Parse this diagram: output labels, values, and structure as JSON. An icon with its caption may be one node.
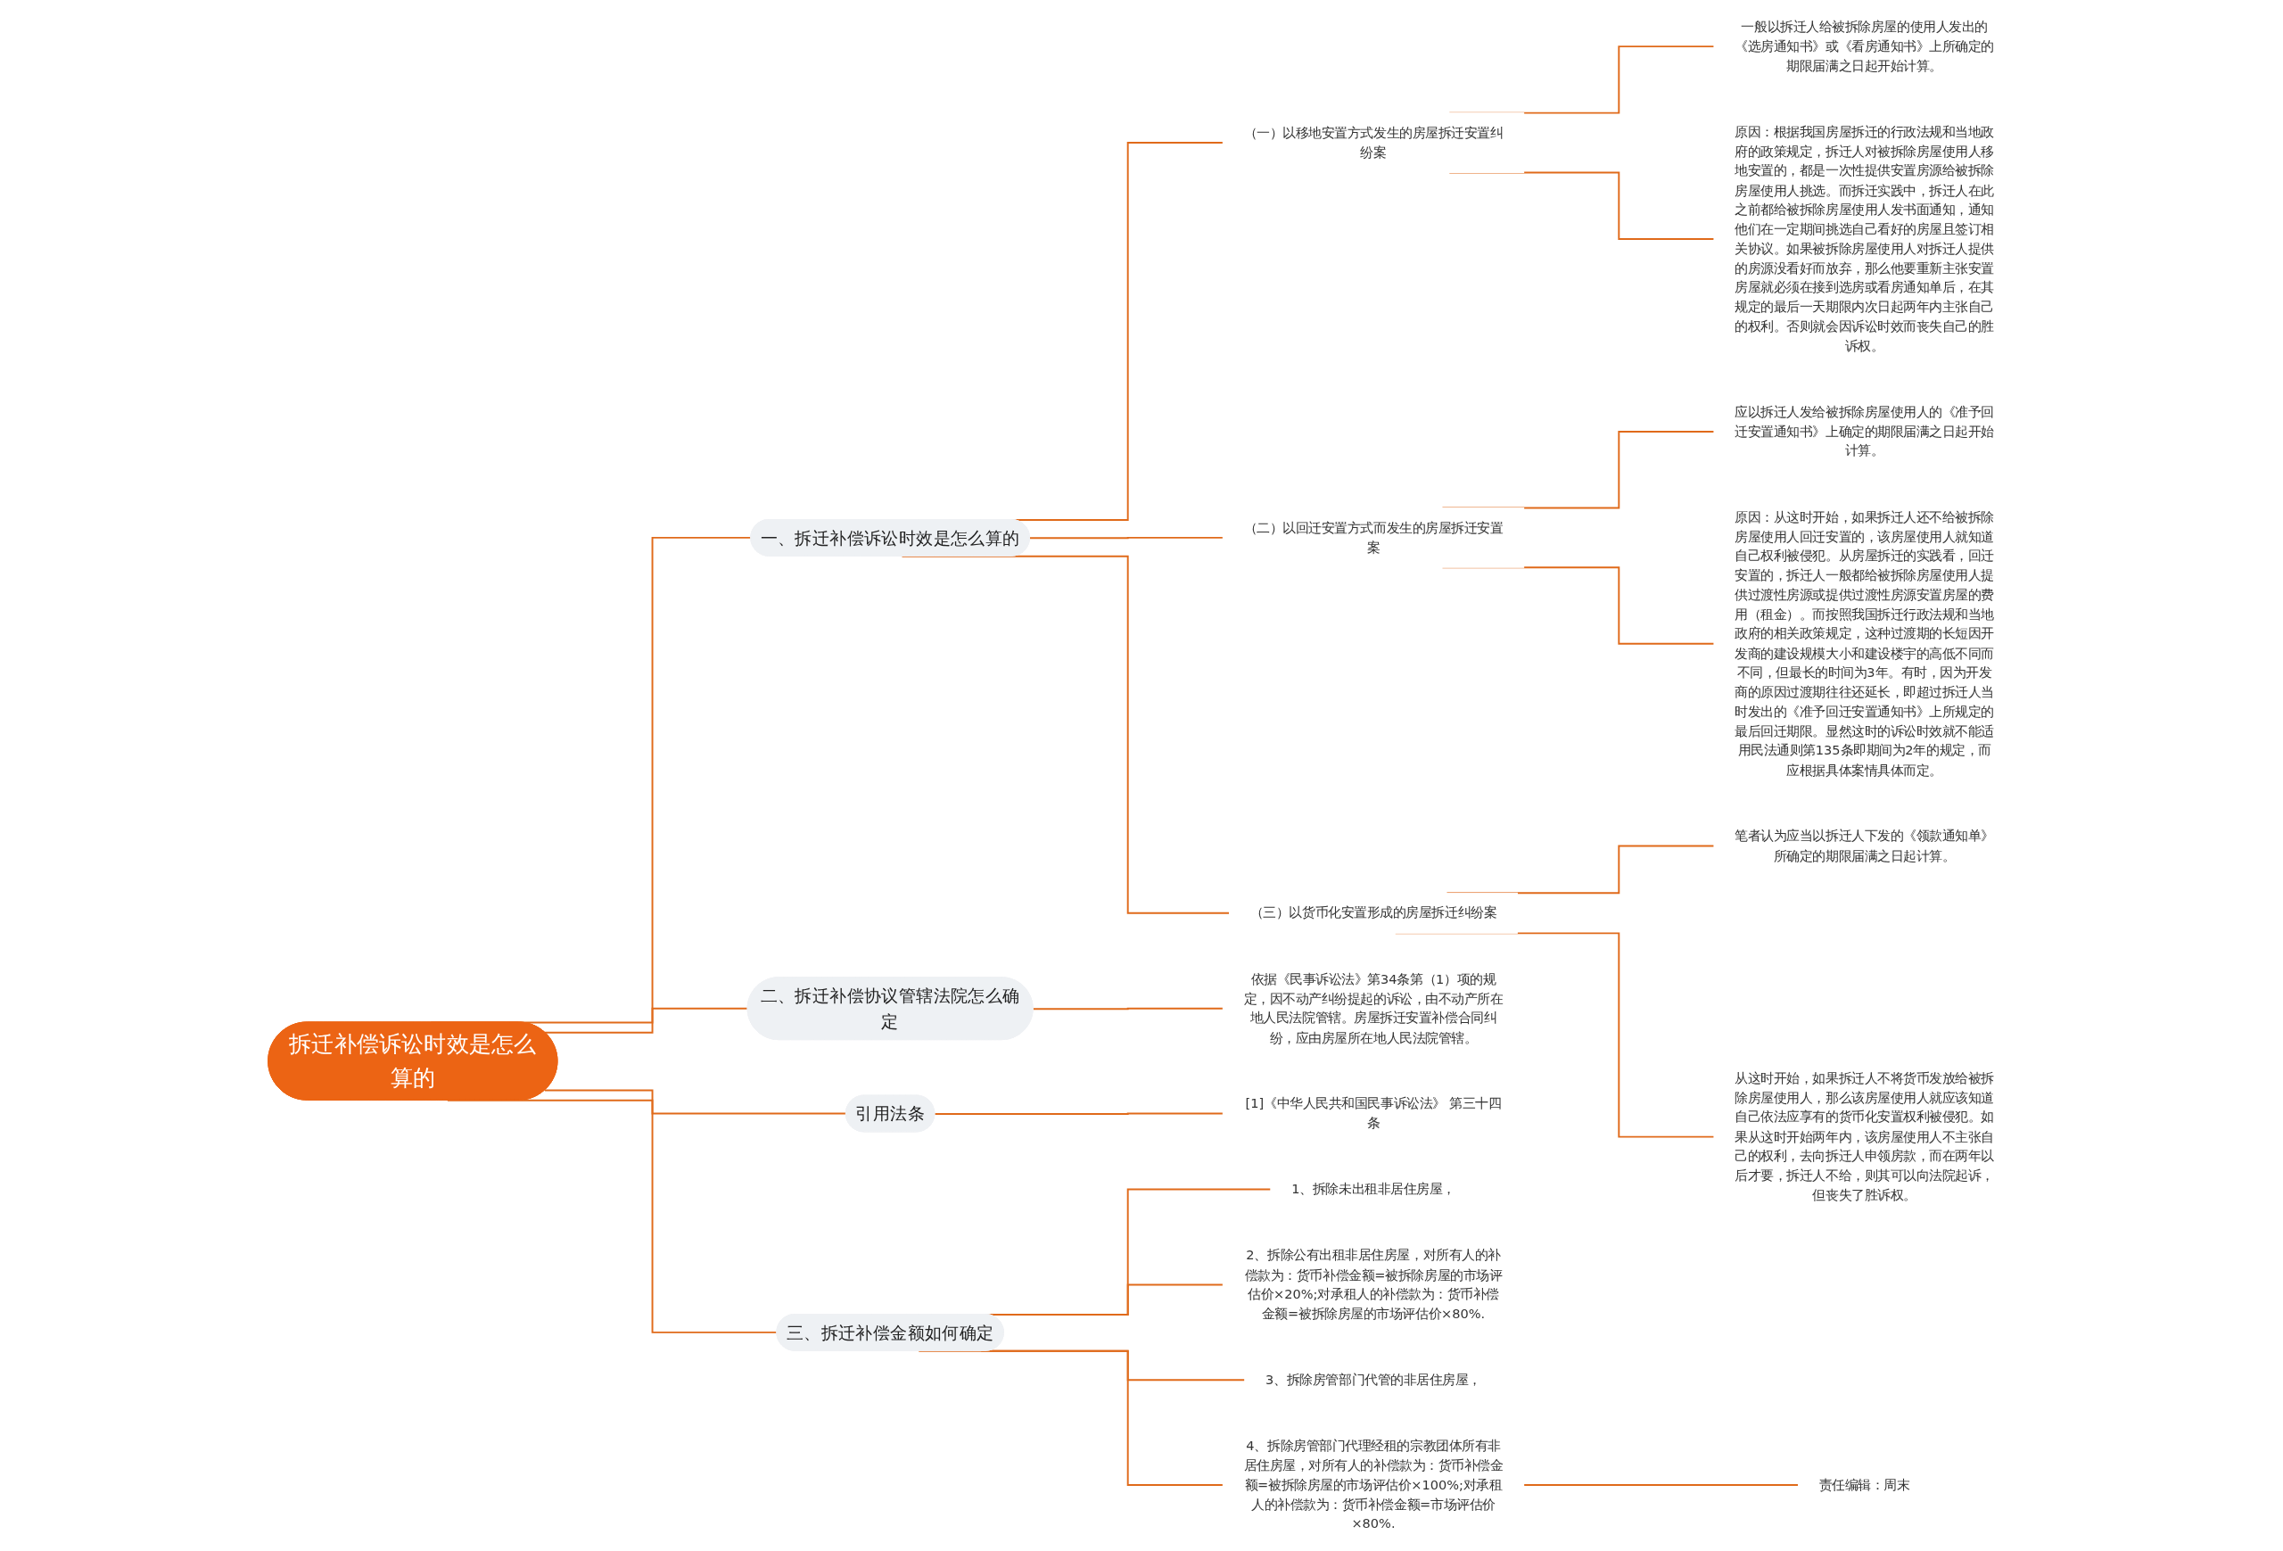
{
  "diagram": {
    "nodes": [
      {
        "text": [
          "拆迁补偿诉讼时效是怎么算的"
        ]
      },
      {
        "text": [
          "一、拆迁补偿诉讼时效是怎么算的"
        ]
      },
      {
        "text": [
          "（一）以移地安置方式发生的房屋拆迁安置纠纷案"
        ]
      },
      {
        "text": [
          "一般以拆迁人给被拆除房屋的使用人发出的《选房通知书》或《看房通知书》上所确定的期限届满之日起开始计算。"
        ]
      },
      {
        "text": [
          "原因：根据我国房屋拆迁的行政法规和当地政府的政策规定，拆迁人对被拆除房屋使用人移地安置的，都是一次性提供安置房源给被拆除房屋使用人挑选。而拆迁实践中，拆迁人在此之前都给被拆除房屋使用人发书面通知，通知他们在一定期间挑选自己看好的房屋且签订相关协议。如果被拆除房屋使用人对拆迁人提供的房源没看好而放弃，那么他要重新主张安置房屋就必须在接到选房或看房通知单后，在其规定的最后一天期限内次日起两年内主张自己的权利。否则就会因诉讼时效而丧失自己的胜诉权。"
        ]
      },
      {
        "text": [
          "（二）以回迁安置方式而发生的房屋拆迁安置案"
        ]
      },
      {
        "text": [
          "应以拆迁人发给被拆除房屋使用人的《准予回迁安置通知书》上确定的期限届满之日起开始计算。"
        ]
      },
      {
        "text": [
          "原因：从这时开始，如果拆迁人还不给被拆除房屋使用人回迁安置的，该房屋使用人就知道自己权利被侵犯。从房屋拆迁的实践看，回迁安置的，拆迁人一般都给被拆除房屋使用人提供过渡性房源或提供过渡性房源安置房屋的费用（租金）。而按照我国拆迁行政法规和当地政府的相关政策规定，这种过渡期的长短因开发商的建设规模大小和建设楼宇的高低不同而不同，但最长的时间为3年。有时，因为开发商的原因过渡期往往还延长，即超过拆迁人当时发出的《准予回迁安置通知书》上所规定的最后回迁期限。显然这时的诉讼时效就不能适用民法通则第135条即期间为2年的规定，而应根据具体案情具体而定。"
        ]
      },
      {
        "text": [
          "（三）以货币化安置形成的房屋拆迁纠纷案"
        ]
      },
      {
        "text": [
          "笔者认为应当以拆迁人下发的《领款通知单》所确定的期限届满之日起计算。"
        ]
      },
      {
        "text": [
          "从这时开始，如果拆迁人不将货币发放给被拆除房屋使用人，那么该房屋使用人就应该知道自己依法应享有的货币化安置权利被侵犯。如果从这时开始两年内，该房屋使用人不主张自己的权利，去向拆迁人申领房款，而在两年以后才要，拆迁人不给，则其可以向法院起诉，但丧失了胜诉权。"
        ]
      },
      {
        "text": [
          "二、拆迁补偿协议管辖法院怎么确定"
        ]
      },
      {
        "text": [
          "依据《民事诉讼法》第34条第（1）项的规定，因不动产纠纷提起的诉讼，由不动产所在地人民法院管辖。房屋拆迁安置补偿合同纠纷，应由房屋所在地人民法院管辖。"
        ]
      },
      {
        "text": [
          "引用法条"
        ]
      },
      {
        "text": [
          "[1]《中华人民共和国民事诉讼法》 第三十四条"
        ]
      },
      {
        "text": [
          "三、拆迁补偿金额如何确定"
        ]
      },
      {
        "text": [
          "1、拆除未出租非居住房屋，"
        ]
      },
      {
        "text": [
          "2、拆除公有出租非居住房屋，对所有人的补偿款为：货币补偿金额=被拆除房屋的市场评估价×20%;对承租人的补偿款为：货币补偿金额=被拆除房屋的市场评估价×80%."
        ]
      },
      {
        "text": [
          "3、拆除房管部门代管的非居住房屋，"
        ]
      },
      {
        "text": [
          "4、拆除房管部门代理经租的宗教团体所有非居住房屋，对所有人的补偿款为：货币补偿金额=被拆除房屋的市场评估价×100%;对承租人的补偿款为：货币补偿金额=市场评估价×80%."
        ]
      },
      {
        "text": [
          "责任编辑：周末"
        ]
      }
    ],
    "edges": [
      {
        "from": 0,
        "to": 1,
        "arrow": "none"
      },
      {
        "from": 1,
        "to": 2,
        "arrow": "none"
      },
      {
        "from": 2,
        "to": 3,
        "arrow": "none"
      },
      {
        "from": 2,
        "to": 4,
        "arrow": "none"
      },
      {
        "from": 1,
        "to": 5,
        "arrow": "none"
      },
      {
        "from": 5,
        "to": 6,
        "arrow": "none"
      },
      {
        "from": 5,
        "to": 7,
        "arrow": "none"
      },
      {
        "from": 1,
        "to": 8,
        "arrow": "none"
      },
      {
        "from": 8,
        "to": 9,
        "arrow": "none"
      },
      {
        "from": 8,
        "to": 10,
        "arrow": "none"
      },
      {
        "from": 0,
        "to": 11,
        "arrow": "none"
      },
      {
        "from": 11,
        "to": 12,
        "arrow": "none"
      },
      {
        "from": 0,
        "to": 13,
        "arrow": "none"
      },
      {
        "from": 13,
        "to": 14,
        "arrow": "none"
      },
      {
        "from": 0,
        "to": 15,
        "arrow": "none"
      },
      {
        "from": 15,
        "to": 16,
        "arrow": "none"
      },
      {
        "from": 15,
        "to": 17,
        "arrow": "none"
      },
      {
        "from": 15,
        "to": 18,
        "arrow": "none"
      },
      {
        "from": 15,
        "to": 19,
        "arrow": "none"
      },
      {
        "from": 19,
        "to": 20,
        "arrow": "none"
      }
    ]
  }
}
